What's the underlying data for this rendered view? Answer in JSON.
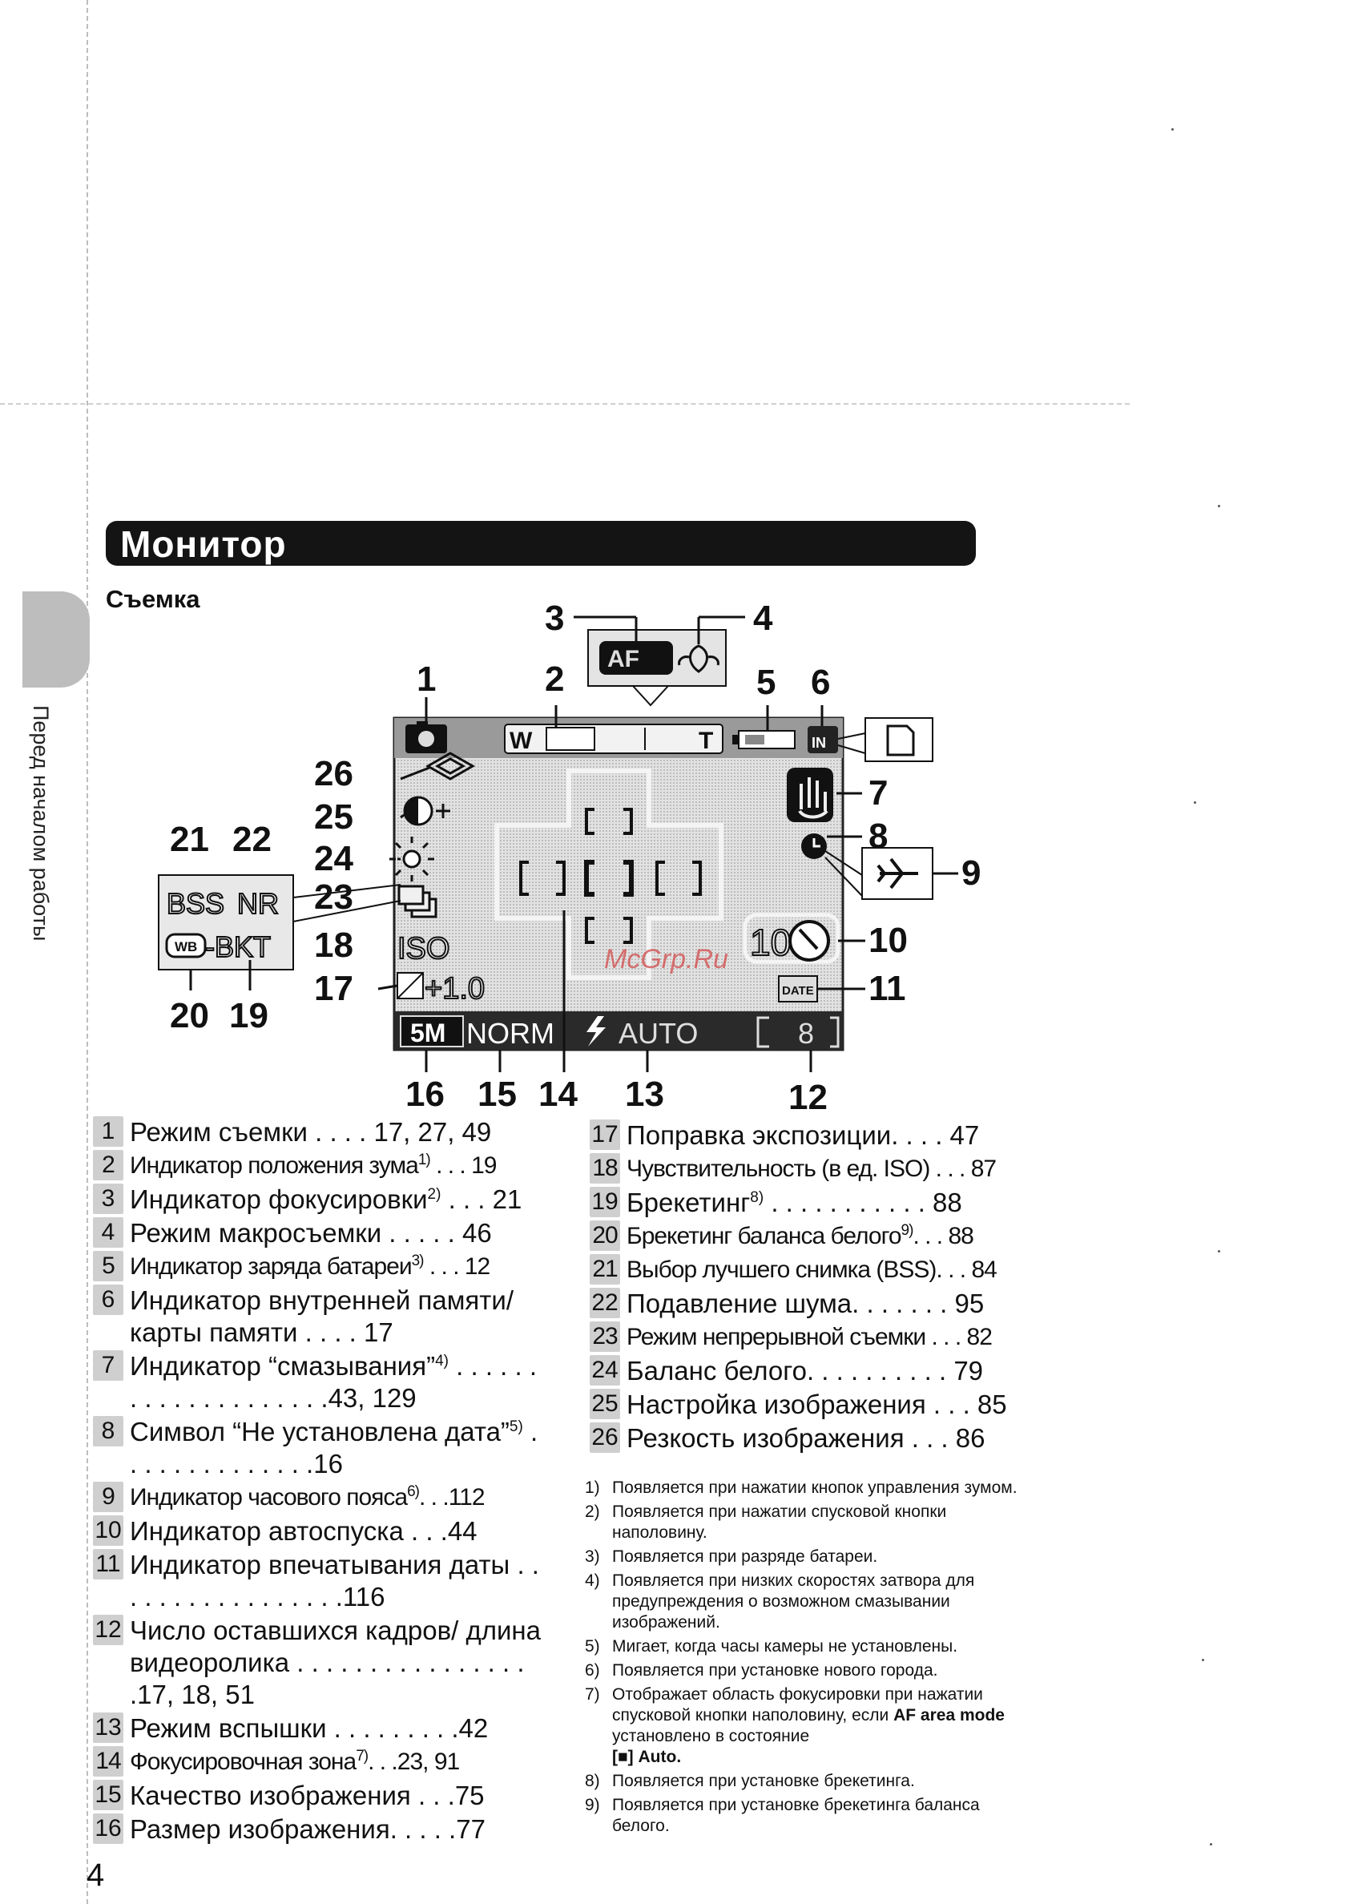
{
  "sidebar": {
    "text": "Перед началом работы"
  },
  "header": {
    "title": "Монитор",
    "subtitle": "Съемка"
  },
  "screen": {
    "zoom_w": "W",
    "zoom_t": "T",
    "af": "AF",
    "in": "IN",
    "bss": "BSS",
    "nr": "NR",
    "wb": "WB",
    "bkt": "-BKT",
    "iso": "ISO",
    "exposure": "+1.0",
    "size": "5M",
    "quality": "NORM",
    "flash": "AUTO",
    "self_timer": "10",
    "frames": "8",
    "date": "DATE"
  },
  "callouts": [
    "1",
    "2",
    "3",
    "4",
    "5",
    "6",
    "7",
    "8",
    "9",
    "10",
    "11",
    "12",
    "13",
    "14",
    "15",
    "16",
    "17",
    "18",
    "19",
    "20",
    "21",
    "22",
    "23",
    "24",
    "25",
    "26"
  ],
  "left_items": [
    {
      "num": "1",
      "text": "Режим съемки . . . .",
      "page": "17, 27, 49"
    },
    {
      "num": "2",
      "text": "Индикатор положения зума",
      "sup": "1)",
      "dots": " . . .",
      "page": "19",
      "condensed": true
    },
    {
      "num": "3",
      "text": "Индикатор фокусировки",
      "sup": "2)",
      "dots": " . . .",
      "page": "21"
    },
    {
      "num": "4",
      "text": "Режим макросъемки . . . . .",
      "page": "46"
    },
    {
      "num": "5",
      "text": "Индикатор заряда батареи",
      "sup": "3)",
      "dots": " . . .",
      "page": "12",
      "condensed": true
    },
    {
      "num": "6",
      "text": "Индикатор внутренней памяти/карты памяти . . . .",
      "page": "17"
    },
    {
      "num": "7",
      "text": "Индикатор “смазывания”",
      "sup": "4)",
      "dots": " . . . . . . . . . . . . . . . . . . . .",
      "page": "43, 129"
    },
    {
      "num": "8",
      "text": "Символ “Не установлена дата”",
      "sup": "5)",
      "dots": "  . . . . . . . . . . . . . .",
      "page": "16"
    },
    {
      "num": "9",
      "text": "Индикатор часового пояса",
      "sup": "6)",
      "dots": ". . .",
      "page": "112",
      "condensed": true
    },
    {
      "num": "10",
      "text": "Индикатор автоспуска . . .",
      "page": "44"
    },
    {
      "num": "11",
      "text": "Индикатор впечатывания даты . . . . . . . . . . . . . . . . .",
      "page": "116"
    },
    {
      "num": "12",
      "text": "Число оставшихся кадров/ длина видеоролика . . . . . . . . . . . . . . . . .",
      "page": "17, 18, 51"
    },
    {
      "num": "13",
      "text": "Режим вспышки . . . . . . . . .",
      "page": "42"
    },
    {
      "num": "14",
      "text": "Фокусировочная зона",
      "sup": "7)",
      "dots": ". . .",
      "page": "23, 91",
      "condensed": true
    },
    {
      "num": "15",
      "text": "Качество изображения . . .",
      "page": "75"
    },
    {
      "num": "16",
      "text": "Размер изображения. . . . .",
      "page": "77"
    }
  ],
  "right_items": [
    {
      "num": "17",
      "text": "Поправка экспозиции. . . .",
      "page": "47"
    },
    {
      "num": "18",
      "text": "Чувствительность (в ед. ISO)  . . .",
      "page": "87",
      "condensed": true
    },
    {
      "num": "19",
      "text": "Брекетинг",
      "sup": "8)",
      "dots": " . . . . . . . . . . .",
      "page": "88"
    },
    {
      "num": "20",
      "text": "Брекетинг баланса белого",
      "sup": "9)",
      "dots": ". . .",
      "page": "88",
      "condensed": true
    },
    {
      "num": "21",
      "text": "Выбор лучшего снимка (BSS). . .",
      "page": "84",
      "condensed": true
    },
    {
      "num": "22",
      "text": "Подавление шума. . . . . . .",
      "page": "95"
    },
    {
      "num": "23",
      "text": "Режим непрерывной съемки . . .",
      "page": "82",
      "condensed": true
    },
    {
      "num": "24",
      "text": "Баланс белого. . . . . . . . . .",
      "page": "79"
    },
    {
      "num": "25",
      "text": "Настройка изображения . . .",
      "page": "85"
    },
    {
      "num": "26",
      "text": "Резкость изображения . . .",
      "page": "86"
    }
  ],
  "notes": [
    {
      "n": "1)",
      "t": "Появляется при нажатии кнопок управления зумом."
    },
    {
      "n": "2)",
      "t": "Появляется при нажатии спусковой кнопки наполовину."
    },
    {
      "n": "3)",
      "t": "Появляется при разряде батареи."
    },
    {
      "n": "4)",
      "t": "Появляется при низких скоростях затвора для предупреждения о возможном смазывании изображений."
    },
    {
      "n": "5)",
      "t": "Мигает, когда часы камеры не установлены."
    },
    {
      "n": "6)",
      "t": "Появляется при установке нового города."
    },
    {
      "n": "7)",
      "t": "Отображает область фокусировки при нажатии спусковой кнопки наполовину, если",
      "bold": "AF area mode",
      "t2": "установлено в состояние",
      "t3": "Auto."
    },
    {
      "n": "8)",
      "t": "Появляется при установке брекетинга."
    },
    {
      "n": "9)",
      "t": "Появляется при установке брекетинга баланса белого."
    }
  ],
  "page_number": "4",
  "watermark": "McGrp.Ru"
}
